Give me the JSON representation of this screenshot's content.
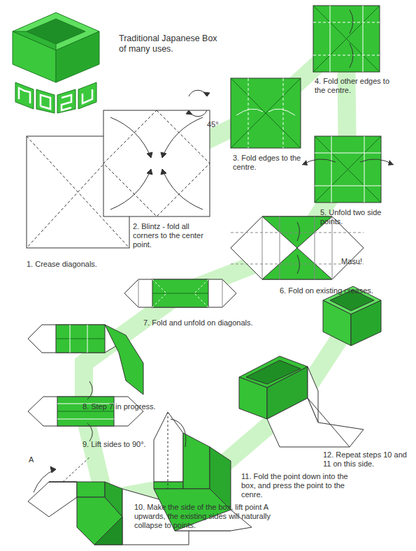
{
  "diagram": {
    "title": "Traditional Japanese Box of many uses.",
    "labels": [
      "1. Crease diagonals.",
      "2. Blintz - fold all corners to the center point.",
      "45°",
      "3. Fold edges to the centre.",
      "4. Fold other edges to the centre.",
      "5. Unfold two side points.",
      "6. Fold on existing creases.",
      "7. Fold and unfold on diagonals.",
      "8. Step 7 in progress.",
      "9. Lift sides to 90°.",
      "A",
      "10. Make the side of the box, lift point A upwards, the existing sides will naturally collapse to points.",
      "11. Fold the point down into the box, and press the point to the cenre.",
      "12. Repeat steps 10 and 11 on this side.",
      "Masu!"
    ]
  }
}
